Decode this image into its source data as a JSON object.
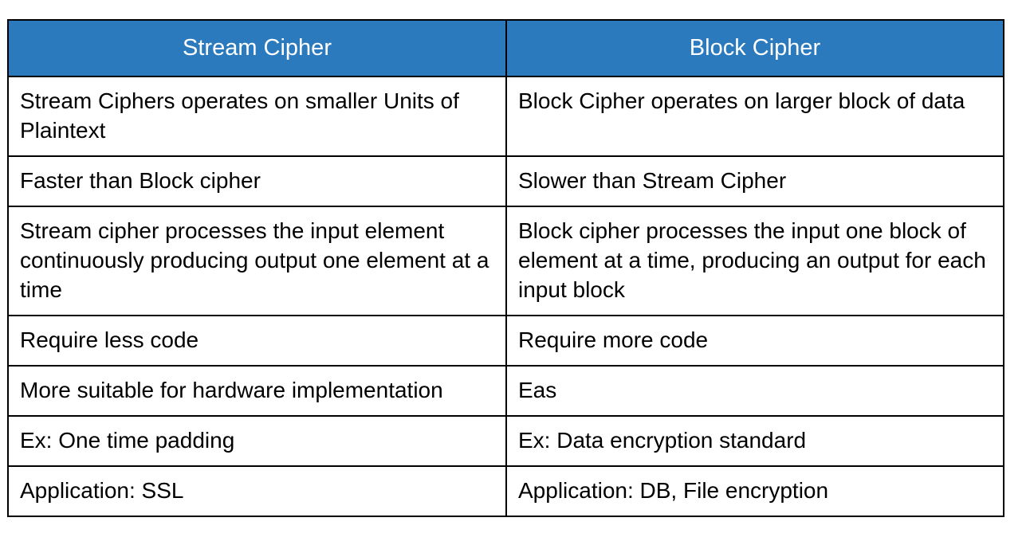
{
  "table": {
    "accent_color": "#2a7abd",
    "header_text_color": "#ffffff",
    "border_color": "#000000",
    "body_text_color": "#000000",
    "columns": [
      {
        "label": "Stream Cipher"
      },
      {
        "label": "Block Cipher"
      }
    ],
    "rows": [
      {
        "left": "Stream Ciphers operates on smaller Units of Plaintext",
        "right": "Block Cipher operates on larger block of data"
      },
      {
        "left": "Faster than Block cipher",
        "right": "Slower than Stream Cipher"
      },
      {
        "left": "Stream cipher processes the input element continuously producing output one element at a time",
        "right": "Block cipher processes the input one block of element at a time, producing an output for each input block"
      },
      {
        "left": "Require less code",
        "right": "Require more code"
      },
      {
        "left": "More suitable for hardware implementation",
        "right": "Eas"
      },
      {
        "left": "Ex: One time padding",
        "right": "Ex: Data encryption standard"
      },
      {
        "left": "Application: SSL",
        "right": "Application: DB, File encryption"
      }
    ]
  }
}
